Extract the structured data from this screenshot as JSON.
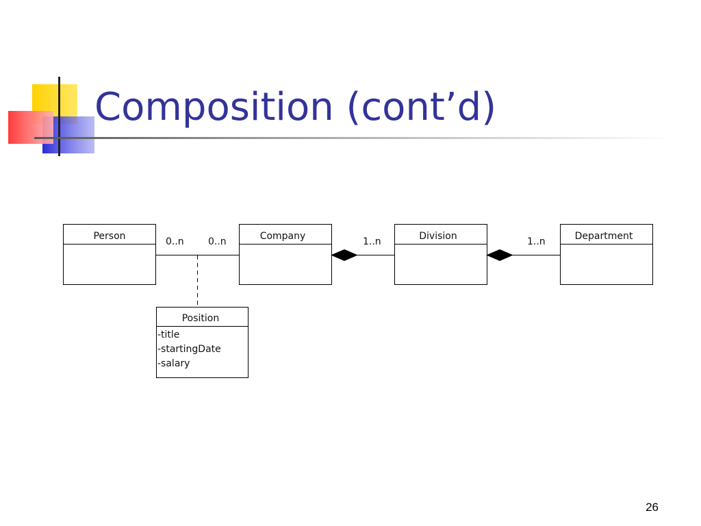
{
  "slide": {
    "title": "Composition (cont’d)",
    "page_number": "26"
  },
  "diagram": {
    "classes": {
      "person": "Person",
      "company": "Company",
      "division": "Division",
      "department": "Department",
      "position": "Position"
    },
    "position_attributes": [
      "-title",
      "-startingDate",
      "-salary"
    ],
    "multiplicities": {
      "person_company_left": "0..n",
      "person_company_right": "0..n",
      "company_division": "1..n",
      "division_department": "1..n"
    }
  },
  "colors": {
    "title": "#333399",
    "decor_yellow": "#ffcc00",
    "decor_red": "#ff3333",
    "decor_blue": "#3333cc"
  }
}
